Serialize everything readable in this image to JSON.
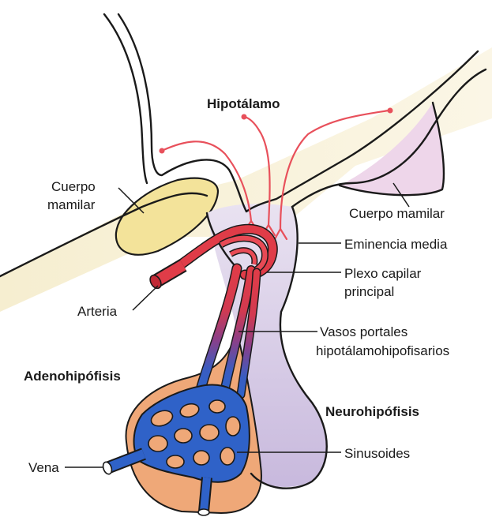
{
  "labels": {
    "hypothalamus": "Hipotálamo",
    "mammillary_body_left": [
      "Cuerpo",
      "mamilar"
    ],
    "mammillary_body_right": "Cuerpo mamilar",
    "median_eminence": "Eminencia media",
    "primary_capillary_plexus": [
      "Plexo capilar",
      "principal"
    ],
    "artery": "Arteria",
    "portal_vessels": [
      "Vasos portales",
      "hipotálamohipofisarios"
    ],
    "adenohypophysis": "Adenohipófisis",
    "neurohypophysis": "Neurohipófisis",
    "sinusoids": "Sinusoides",
    "vein": "Vena"
  },
  "colors": {
    "mammillary_left": "#f3e39a",
    "mammillary_right": "#eed6ea",
    "neurohypophysis": "#d4c8e4",
    "adenohypophysis": "#efa878",
    "arterial_red": "#e03c48",
    "venous_blue": "#2f62c8",
    "neuron_arrows": "#e8505b"
  }
}
